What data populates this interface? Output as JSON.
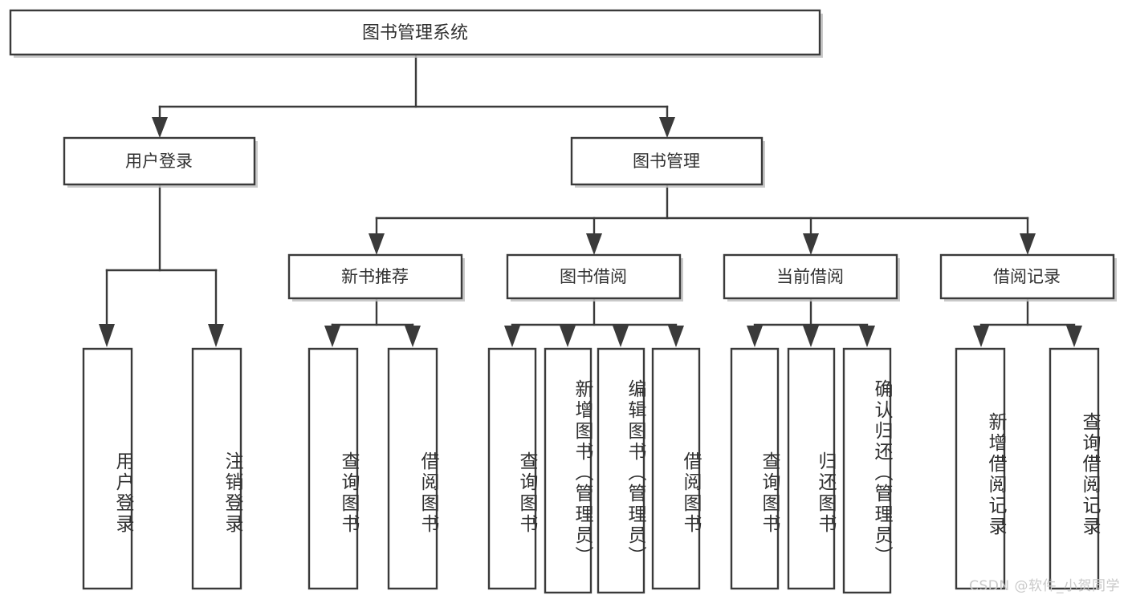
{
  "diagram": {
    "type": "tree-hierarchy",
    "title": "图书管理系统",
    "watermark": "CSDN @软件_小贺同学",
    "colors": {
      "background": "#ffffff",
      "stroke": "#3a3a3a",
      "text": "#303030",
      "shadow": "#bfbfbf",
      "watermark": "#c9c9c9"
    },
    "levels": {
      "root": {
        "label": "图书管理系统"
      },
      "level2": [
        {
          "id": "user-login",
          "label": "用户登录"
        },
        {
          "id": "book-manage",
          "label": "图书管理"
        }
      ],
      "level3": [
        {
          "id": "new-book-rec",
          "label": "新书推荐",
          "parent": "book-manage"
        },
        {
          "id": "book-borrow",
          "label": "图书借阅",
          "parent": "book-manage"
        },
        {
          "id": "current-borrow",
          "label": "当前借阅",
          "parent": "book-manage"
        },
        {
          "id": "borrow-record",
          "label": "借阅记录",
          "parent": "book-manage"
        }
      ],
      "leaves": [
        {
          "id": "leaf-user-login",
          "label": "用户登录",
          "parent": "user-login"
        },
        {
          "id": "leaf-logout",
          "label": "注销登录",
          "parent": "user-login"
        },
        {
          "id": "leaf-query-book-1",
          "label": "查询图书",
          "parent": "new-book-rec"
        },
        {
          "id": "leaf-borrow-book-1",
          "label": "借阅图书",
          "parent": "new-book-rec"
        },
        {
          "id": "leaf-query-book-2",
          "label": "查询图书",
          "parent": "book-borrow"
        },
        {
          "id": "leaf-add-book",
          "label": "新增图书（管理员）",
          "parent": "book-borrow"
        },
        {
          "id": "leaf-edit-book",
          "label": "编辑图书（管理员）",
          "parent": "book-borrow"
        },
        {
          "id": "leaf-borrow-book-2",
          "label": "借阅图书",
          "parent": "book-borrow"
        },
        {
          "id": "leaf-query-book-3",
          "label": "查询图书",
          "parent": "current-borrow"
        },
        {
          "id": "leaf-return-book",
          "label": "归还图书",
          "parent": "current-borrow"
        },
        {
          "id": "leaf-confirm-return",
          "label": "确认归还（管理员）",
          "parent": "current-borrow"
        },
        {
          "id": "leaf-add-record",
          "label": "新增借阅记录",
          "parent": "borrow-record"
        },
        {
          "id": "leaf-query-record",
          "label": "查询借阅记录",
          "parent": "borrow-record"
        }
      ]
    }
  }
}
